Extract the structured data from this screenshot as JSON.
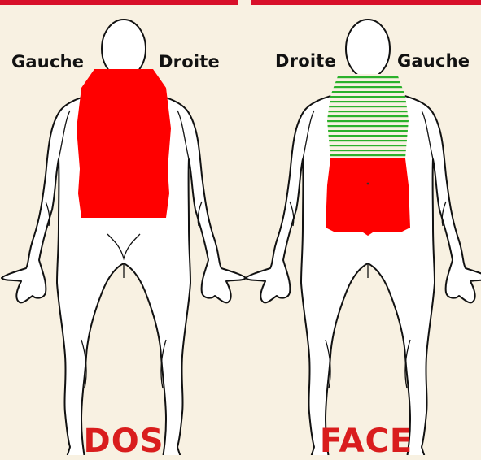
{
  "colors": {
    "background": "#f8f1e2",
    "top_bar": "#d8102a",
    "red_zone": "#ff0000",
    "green_hatch": "#2bb12b",
    "outline": "#111111",
    "title_red": "#d91d1d"
  },
  "back_view": {
    "title": "DOS",
    "left_label": "Gauche",
    "right_label": "Droite",
    "zones": [
      {
        "region": "upper-back-and-lower-back",
        "fill": "red"
      }
    ]
  },
  "front_view": {
    "title": "FACE",
    "left_label": "Droite",
    "right_label": "Gauche",
    "zones": [
      {
        "region": "chest",
        "fill": "green-hatched"
      },
      {
        "region": "abdomen-and-pelvis",
        "fill": "red"
      }
    ]
  }
}
